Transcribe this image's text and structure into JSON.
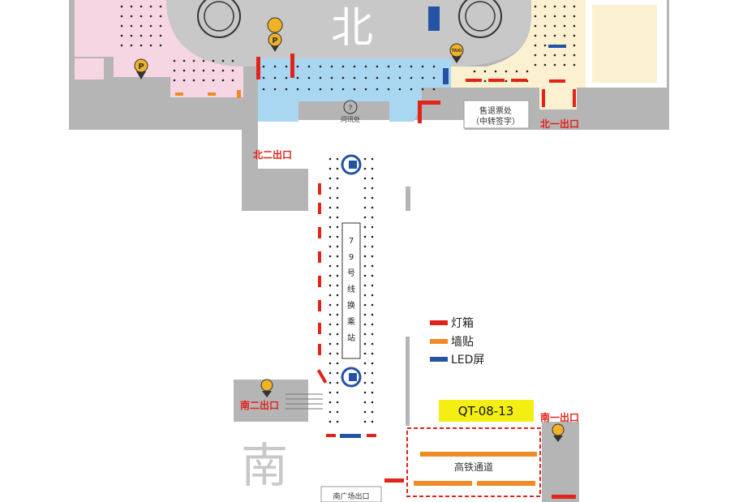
{
  "map": {
    "north_char": "北",
    "south_char": "南",
    "exits": {
      "north_one": "北一出口",
      "north_two": "北二出口",
      "south_one": "南一出口",
      "south_two": "南二出口"
    },
    "ticket_office_line1": "售退票处",
    "ticket_office_line2": "（中转签字）",
    "info_desk": "问讯处",
    "info_symbol": "?",
    "transfer_station_chars": [
      "7",
      "9",
      "号",
      "线",
      "换",
      "乘",
      "站"
    ],
    "high_speed_passage": "高铁通道",
    "south_plaza_exit": "南广场出口",
    "parking_symbol": "P",
    "taxi_label": "TAXI",
    "code_badge": "QT-08-13"
  },
  "legend": [
    {
      "label": "灯箱",
      "color": "#e2231a"
    },
    {
      "label": "墙贴",
      "color": "#f08a24"
    },
    {
      "label": "LED屏",
      "color": "#2452a4"
    }
  ],
  "colors": {
    "gray": "#b5b5b5",
    "pink": "#f7d6e4",
    "blue": "#a9d7f2",
    "cream": "#fbf0cf",
    "badge": "#f5ee13",
    "red": "#e2231a",
    "orange": "#f08a24",
    "navy": "#2452a4"
  }
}
